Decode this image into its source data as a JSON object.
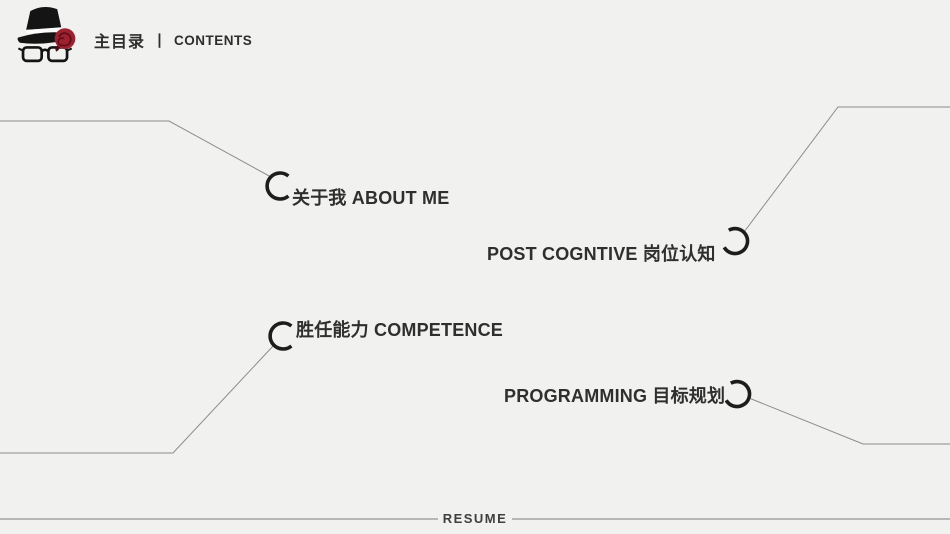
{
  "theme": {
    "background": "#f1f1ef",
    "text_dark": "#2e2e2e",
    "connector_line": "#8c8c8c",
    "ring_color": "#1d1d1d",
    "hat_black": "#141414",
    "rose_red": "#9e2130",
    "footer_line": "#b7b7b7",
    "footer_text": "#3f3f3f"
  },
  "header": {
    "logo": "hat-glasses-rose-logo",
    "title_cn": "主目录",
    "separator": "丨",
    "title_en": "CONTENTS"
  },
  "menu": [
    {
      "id": "about-me",
      "label": "关于我 ABOUT ME"
    },
    {
      "id": "post-cognitive",
      "label": "POST COGNTIVE 岗位认知"
    },
    {
      "id": "competence",
      "label": "胜任能力 COMPETENCE"
    },
    {
      "id": "programming",
      "label": "PROGRAMMING 目标规划"
    }
  ],
  "footer": {
    "label": "RESUME"
  }
}
